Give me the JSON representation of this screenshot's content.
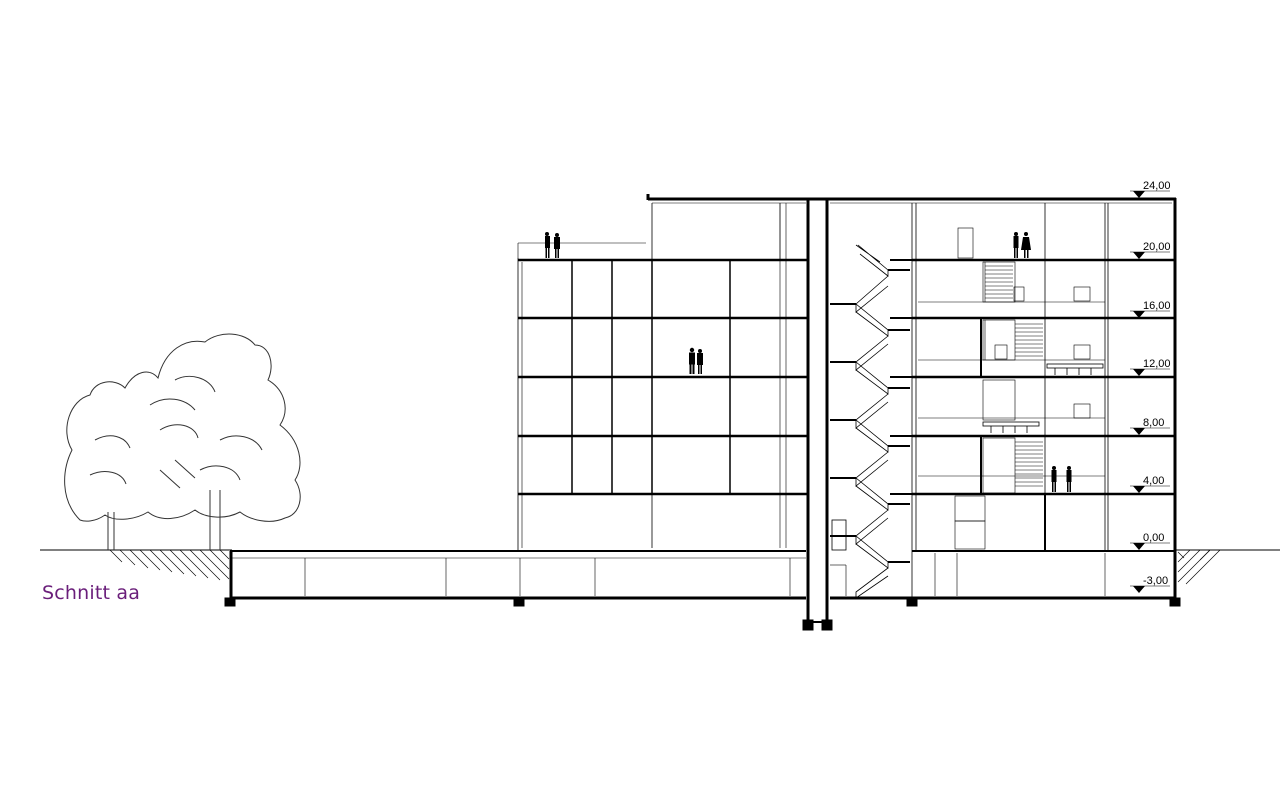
{
  "title": "Schnitt aa",
  "levels": [
    {
      "id": "lvl-24",
      "label": "24,00"
    },
    {
      "id": "lvl-20",
      "label": "20,00"
    },
    {
      "id": "lvl-16",
      "label": "16,00"
    },
    {
      "id": "lvl-12",
      "label": "12,00"
    },
    {
      "id": "lvl-8",
      "label": "8,00"
    },
    {
      "id": "lvl-4",
      "label": "4,00"
    },
    {
      "id": "lvl-0",
      "label": "0,00"
    },
    {
      "id": "lvl-m3",
      "label": "-3,00"
    }
  ],
  "colors": {
    "line": "#000000",
    "title": "#6a1e7a",
    "tree": "#333333"
  }
}
